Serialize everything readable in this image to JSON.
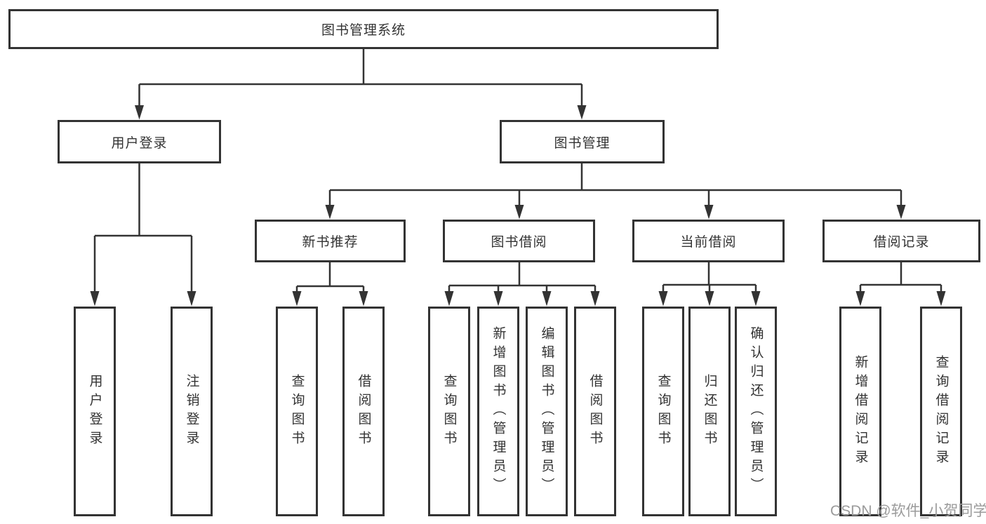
{
  "nodes": {
    "root": {
      "label": "图书管理系统"
    },
    "level2": [
      {
        "label": "用户登录"
      },
      {
        "label": "图书管理"
      }
    ],
    "level3": [
      {
        "label": "新书推荐",
        "parent": "图书管理"
      },
      {
        "label": "图书借阅",
        "parent": "图书管理"
      },
      {
        "label": "当前借阅",
        "parent": "图书管理"
      },
      {
        "label": "借阅记录",
        "parent": "图书管理"
      }
    ],
    "level4": [
      {
        "label": "用户登录",
        "parent": "用户登录"
      },
      {
        "label": "注销登录",
        "parent": "用户登录"
      },
      {
        "label": "查询图书",
        "parent": "新书推荐"
      },
      {
        "label": "借阅图书",
        "parent": "新书推荐"
      },
      {
        "label": "查询图书",
        "parent": "图书借阅"
      },
      {
        "label": "新增图书（管理员）",
        "parent": "图书借阅"
      },
      {
        "label": "编辑图书（管理员）",
        "parent": "图书借阅"
      },
      {
        "label": "借阅图书",
        "parent": "图书借阅"
      },
      {
        "label": "查询图书",
        "parent": "当前借阅"
      },
      {
        "label": "归还图书",
        "parent": "当前借阅"
      },
      {
        "label": "确认归还（管理员）",
        "parent": "当前借阅"
      },
      {
        "label": "新增借阅记录",
        "parent": "借阅记录"
      },
      {
        "label": "查询借阅记录",
        "parent": "借阅记录"
      }
    ]
  },
  "watermark": {
    "text": "CSDN @软件_小贺同学",
    "color": "#9b9b9b"
  },
  "colors": {
    "line": "#333333",
    "box_border": "#333333",
    "box_fill": "#ffffff",
    "text": "#333333",
    "background": "#ffffff"
  }
}
